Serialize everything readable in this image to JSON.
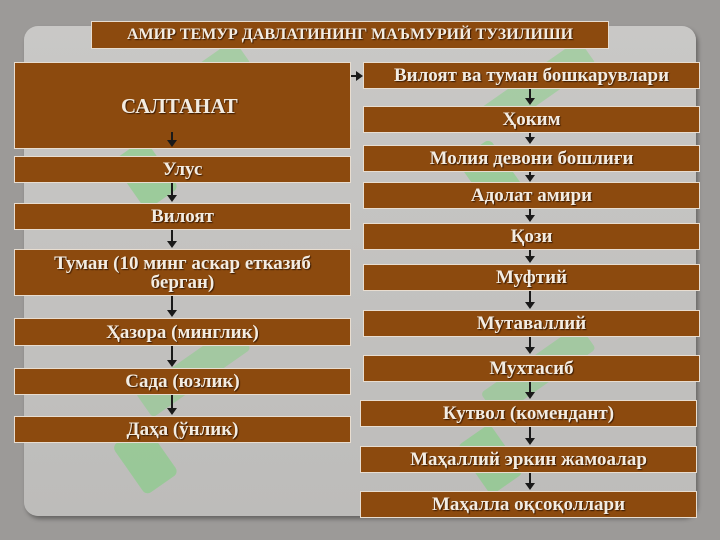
{
  "title": "АМИР ТЕМУР ДАВЛАТИНИНГ МАЪМУРИЙ ТУЗИЛИШИ",
  "left_column": [
    "САЛТАНАТ",
    "Улус",
    "Вилоят",
    "Туман (10 минг аскар етказиб берган)",
    "Ҳазора (минглик)",
    "Сада  (юзлик)",
    "Даҳа  (ўнлик)"
  ],
  "right_column": [
    "Вилоят ва туман бошкарувлари",
    "Ҳоким",
    "Молия девони бошлиғи",
    "Адолат амири",
    "Қози",
    "Муфтий",
    "Мутаваллий",
    "Мухтасиб",
    "Кутвол (комендант)",
    "Маҳаллий эркин жамоалар",
    "Маҳалла оқсоқоллари"
  ],
  "colors": {
    "box_fill": "#8c4a0e",
    "box_text": "#f3ece2",
    "panel": "#c9c8c6",
    "background": "#9c9a98",
    "watermark": "#7cd27c"
  }
}
